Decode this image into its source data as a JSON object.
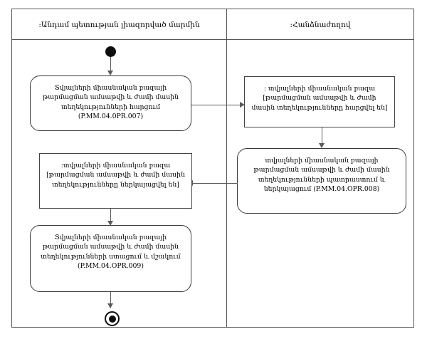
{
  "diagram": {
    "type": "uml-activity-diagram",
    "lanes": [
      {
        "id": "member-state",
        "title": ":Անդամ պետության լիազորված մարմին"
      },
      {
        "id": "commission",
        "title": ":Հանձնաժողով"
      }
    ],
    "nodes": [
      {
        "id": "start",
        "kind": "initial-node",
        "lane": "member-state"
      },
      {
        "id": "action-007",
        "kind": "action",
        "lane": "member-state",
        "text": "Տվյալների միասնական բազայի թարմացման ամսաթվի և ժամի մասին տեղեկությունների հարցում (P.MM.04.0PR.007)",
        "code": "P.MM.04.0PR.007"
      },
      {
        "id": "object-requested",
        "kind": "object",
        "lane": "commission",
        "text": ": տվյալների միասնական բազա [թարմացման ամսաթվի և ժամի մասին տեղեկությունները հարցվել են]"
      },
      {
        "id": "action-008",
        "kind": "action",
        "lane": "commission",
        "text": "տվյալների միասնական բազայի թարմացման ամսաթվի և ժամի մասին տեղեկությունների պատրաստում և ներկայացում (P.MM.04.OPR.008)",
        "code": "P.MM.04.OPR.008"
      },
      {
        "id": "object-presented",
        "kind": "object",
        "lane": "member-state",
        "text": ":տվյալների միասնական բազա [թարմացման ամսաթվի և ժամի մասին տեղեկությունները ներկայացվել են]"
      },
      {
        "id": "action-009",
        "kind": "action",
        "lane": "member-state",
        "text": "Տվյալների միասնական բազայի թարմացման ամսաթվի և ժամի մասին տեղեկությունների ստացում և մշակում (P.MM.04.OPR.009)",
        "code": "P.MM.04.OPR.009"
      },
      {
        "id": "end",
        "kind": "final-node",
        "lane": "member-state"
      }
    ],
    "edges": [
      {
        "from": "start",
        "to": "action-007",
        "direction": "down"
      },
      {
        "from": "action-007",
        "to": "object-requested",
        "direction": "right"
      },
      {
        "from": "object-requested",
        "to": "action-008",
        "direction": "down"
      },
      {
        "from": "action-008",
        "to": "object-presented",
        "direction": "left"
      },
      {
        "from": "object-presented",
        "to": "action-009",
        "direction": "down"
      },
      {
        "from": "action-009",
        "to": "end",
        "direction": "down"
      }
    ],
    "colors": {
      "frame": "#555555",
      "node_border": "#3a3a3a",
      "edge": "#5a5a5a",
      "marker": "#0d0d0d",
      "background": "#ffffff"
    }
  }
}
